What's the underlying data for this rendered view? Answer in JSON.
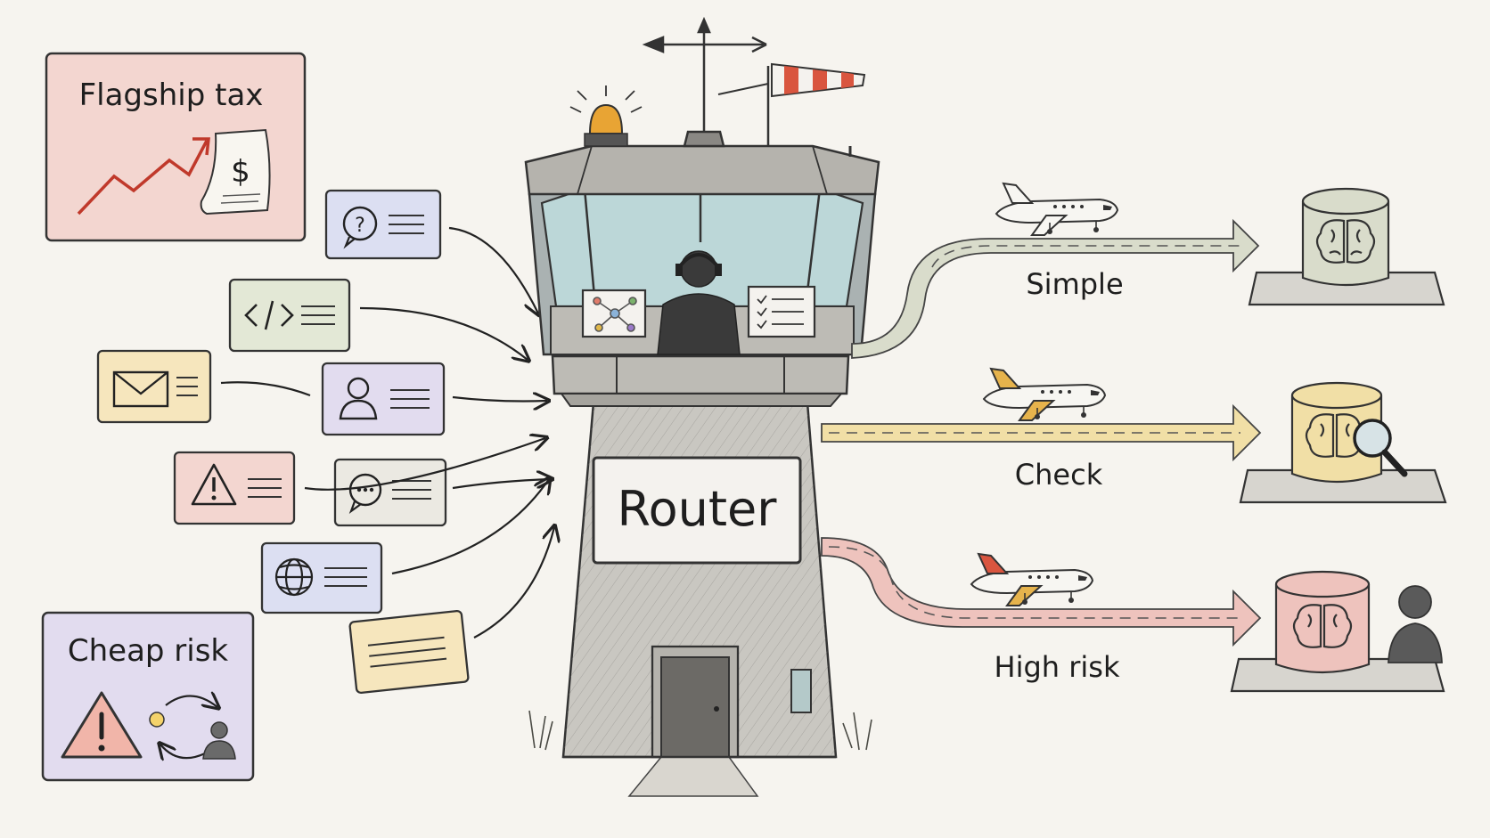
{
  "callouts": {
    "flagship": {
      "label": "Flagship tax",
      "icon": "rising-cost-chart-icon",
      "bill_symbol": "$",
      "color": "#f3d6d0"
    },
    "cheap": {
      "label": "Cheap risk",
      "icon": "warning-and-person-cycle-icon",
      "color": "#e2dcef"
    }
  },
  "requests": [
    {
      "icon": "question-bubble-icon",
      "color": "#dcdff2"
    },
    {
      "icon": "code-icon",
      "color": "#e3e8d6"
    },
    {
      "icon": "envelope-icon",
      "color": "#f6e6bd"
    },
    {
      "icon": "person-icon",
      "color": "#e2dcef"
    },
    {
      "icon": "warning-icon",
      "color": "#f3d6d0"
    },
    {
      "icon": "chat-bubble-icon",
      "color": "#ebe9e2"
    },
    {
      "icon": "globe-icon",
      "color": "#dcdff2"
    },
    {
      "icon": "text-lines-icon",
      "color": "#f6e6bd"
    }
  ],
  "tower": {
    "sign": "Router",
    "controller_icon": "headset-operator-icon",
    "monitor_left_icon": "network-graph-icon",
    "monitor_right_icon": "checklist-icon"
  },
  "routes": [
    {
      "label": "Simple",
      "color": "#d9dccb",
      "destination_icon": "brain-icon"
    },
    {
      "label": "Check",
      "color": "#f1dfa6",
      "destination_icon": "brain-magnifier-icon"
    },
    {
      "label": "High risk",
      "color": "#eec3bd",
      "destination_icon": "brain-human-review-icon"
    }
  ]
}
